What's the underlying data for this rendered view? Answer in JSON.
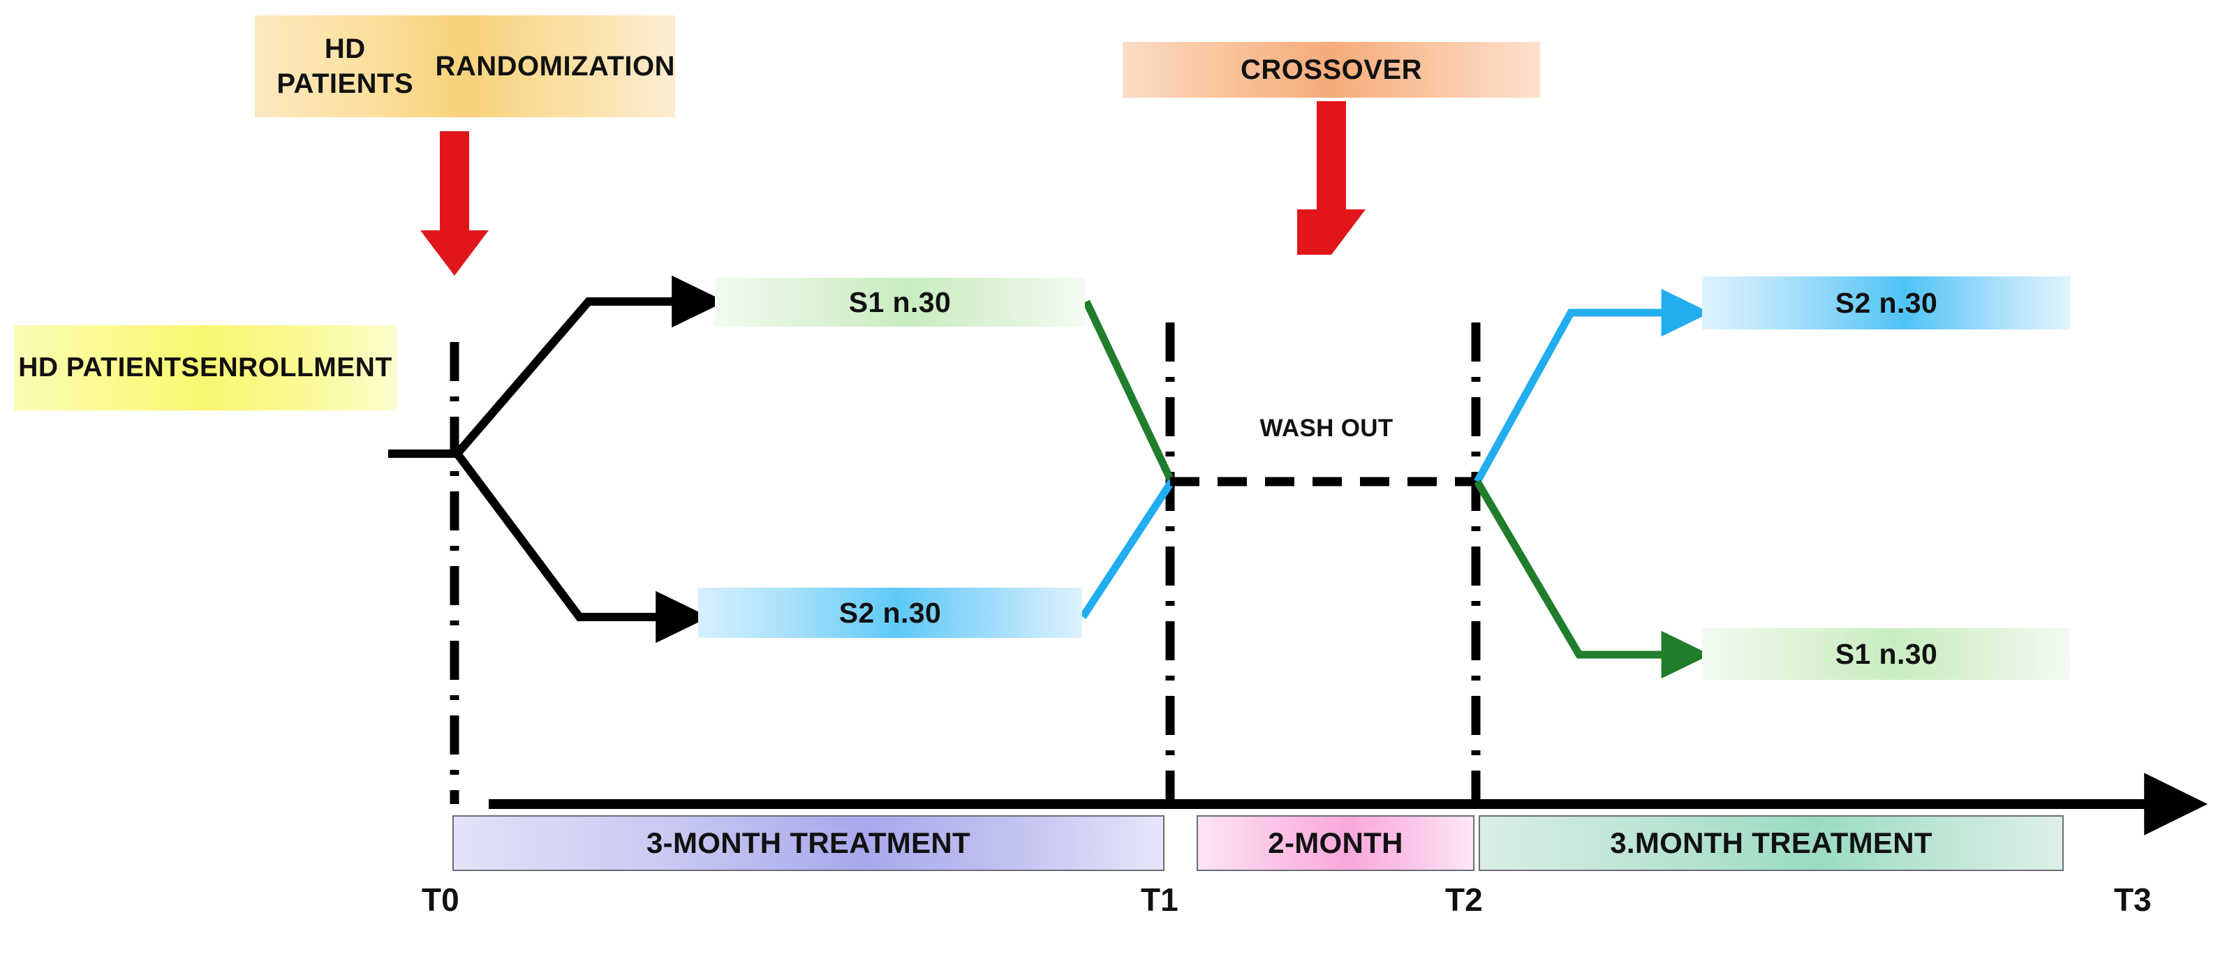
{
  "diagram": {
    "title": "HD patients crossover trial design",
    "colors": {
      "red_arrow": "#e1161b",
      "green_path": "#1f7d2b",
      "cyan_path": "#22aeee",
      "black_path": "#000000",
      "randomization_box": "#f7d27a",
      "crossover_box": "#f6ab79",
      "enrollment_box": "#f7f770",
      "group_s1": "#c8ecc0",
      "group_s2": "#5ec9f7",
      "bar_treatment1": "#a8a8ec",
      "bar_washout": "#f9a8dc",
      "bar_treatment2": "#9adcc2"
    }
  },
  "headers": {
    "randomization": "HD PATIENTS\nRANDOMIZATION",
    "randomization_line1": "HD PATIENTS",
    "randomization_line2": "RANDOMIZATION",
    "crossover": "CROSSOVER",
    "enrollment_line1": "HD PATIENTS",
    "enrollment_line2": "ENROLLMENT"
  },
  "groups": {
    "s1_top": "S1 n.30",
    "s2_bottom": "S2 n.30",
    "s2_top_right": "S2 n.30",
    "s1_bottom_right": "S1 n.30"
  },
  "washout": {
    "label": "WASH OUT"
  },
  "timeline": {
    "bars": [
      {
        "label": "3-MONTH TREATMENT",
        "from": "T0",
        "to": "T1"
      },
      {
        "label": "2-MONTH",
        "from": "T1",
        "to": "T2"
      },
      {
        "label": "3.MONTH TREATMENT",
        "from": "T2",
        "to": "T3"
      }
    ],
    "ticks": [
      "T0",
      "T1",
      "T2",
      "T3"
    ]
  }
}
